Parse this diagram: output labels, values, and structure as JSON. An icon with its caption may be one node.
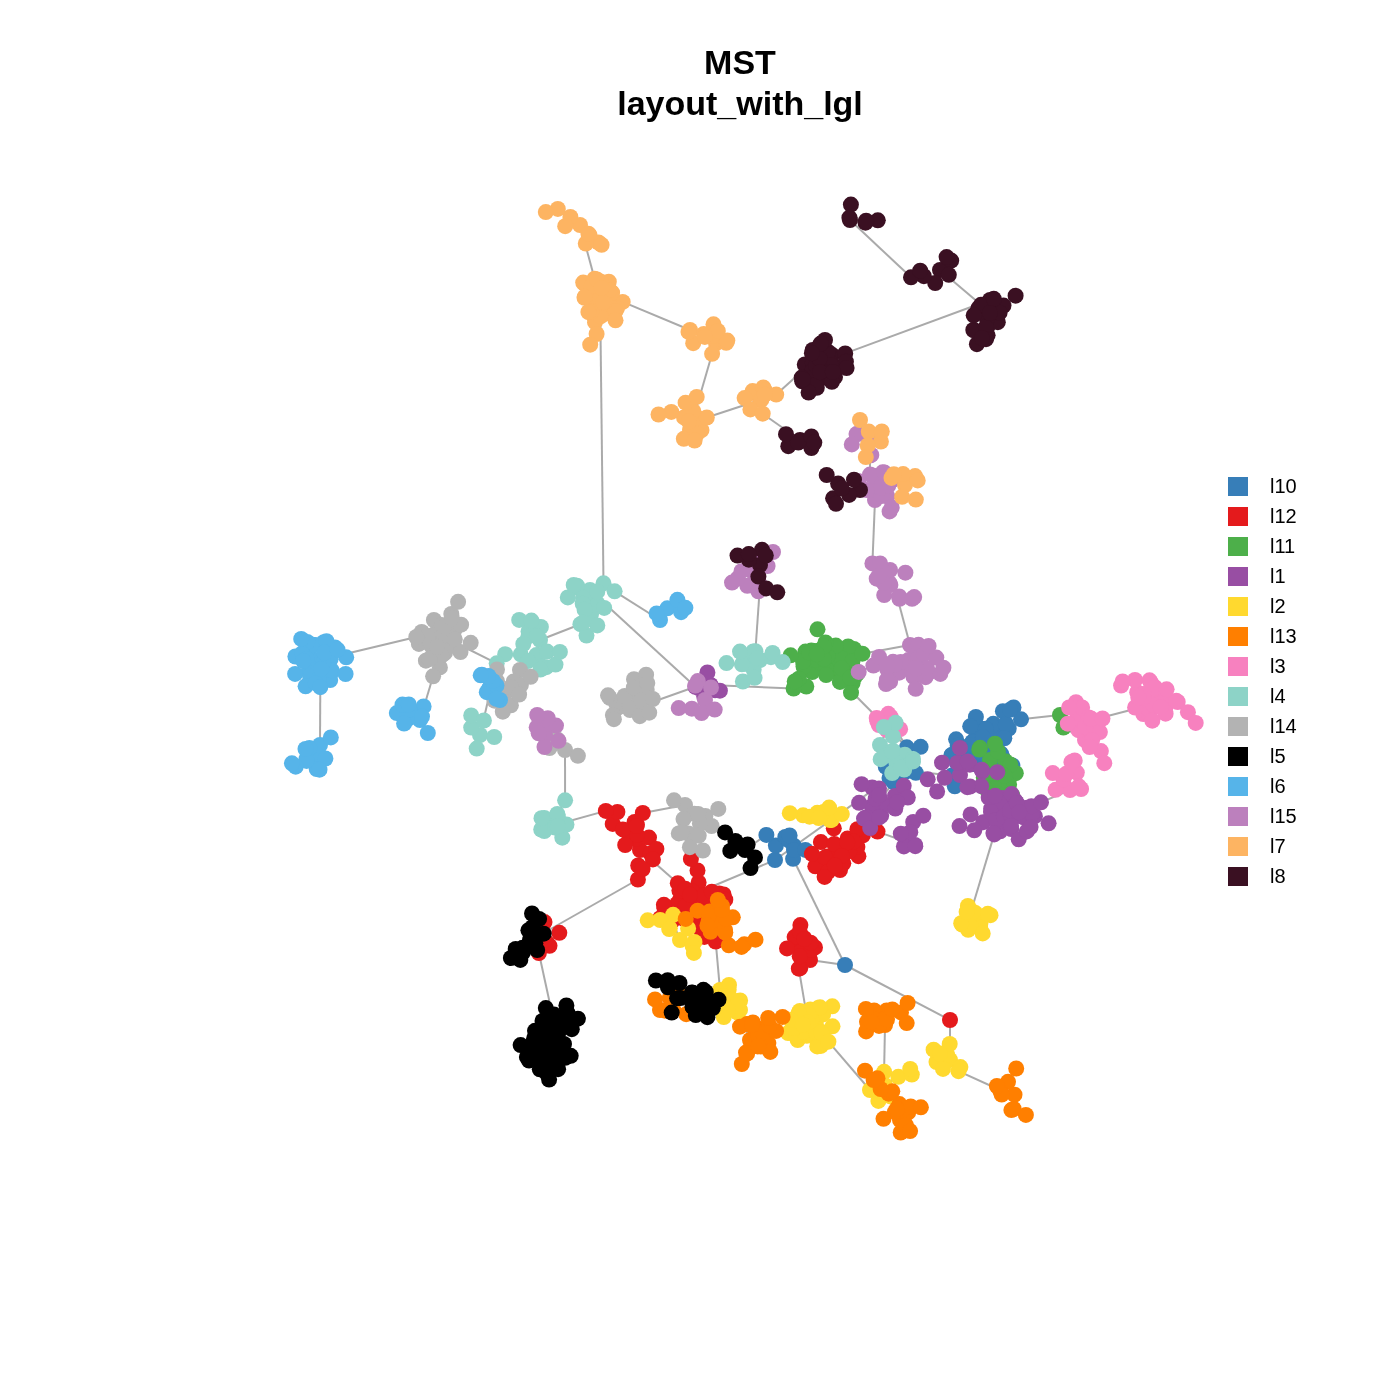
{
  "diagram": {
    "title": "MST layout_with_lgl",
    "legend": [
      {
        "text": "l10",
        "color": "#377eb8"
      },
      {
        "text": "l12",
        "color": "#e41a1c"
      },
      {
        "text": "l11",
        "color": "#4daf4a"
      },
      {
        "text": "l1",
        "color": "#984ea3"
      },
      {
        "text": "l2",
        "color": "#ffd92f"
      },
      {
        "text": "l13",
        "color": "#ff7f00"
      },
      {
        "text": "l3",
        "color": "#f781bf"
      },
      {
        "text": "l4",
        "color": "#8dd3c7"
      },
      {
        "text": "l14",
        "color": "#b3b3b3"
      },
      {
        "text": "l5",
        "color": "#000000"
      },
      {
        "text": "l6",
        "color": "#56b4e9"
      },
      {
        "text": "l15",
        "color": "#bc80bd"
      },
      {
        "text": "l7",
        "color": "#fdb462"
      },
      {
        "text": "l8",
        "color": "#3a1022"
      }
    ]
  }
}
